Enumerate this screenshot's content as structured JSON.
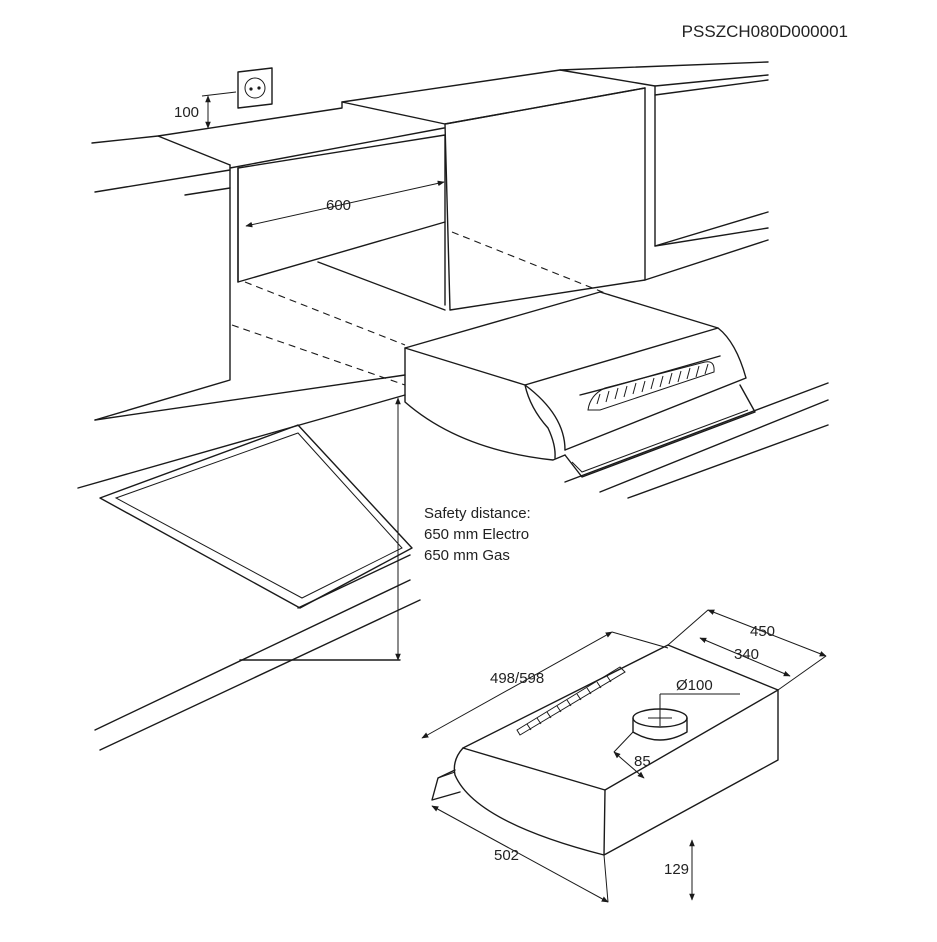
{
  "diagram": {
    "code": "PSSZCH080D000001",
    "dimensions": {
      "socket_height": "100",
      "cabinet_width": "600",
      "hood_width": "498/598",
      "hood_depth": "450",
      "duct_offset_depth": "340",
      "duct_diameter": "Ø100",
      "duct_offset_front": "85",
      "hood_base_width": "502",
      "hood_height": "129"
    },
    "safety": {
      "line1": "Safety distance:",
      "line2": "650 mm Electro",
      "line3": "650 mm Gas"
    }
  }
}
